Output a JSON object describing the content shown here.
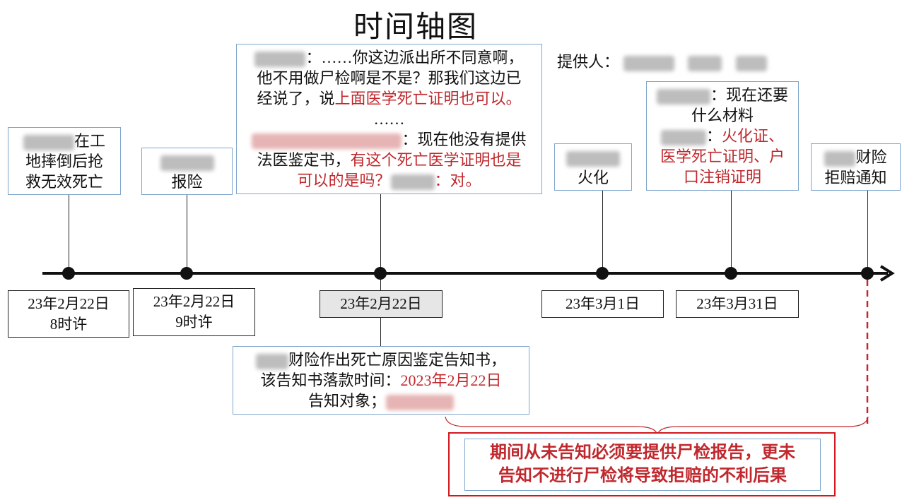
{
  "title": "时间轴图",
  "provider": {
    "label": "提供人："
  },
  "events": [
    {
      "text": "在工地摔倒后抢救无效死亡",
      "line1": "在工",
      "line2": "地摔倒后抢",
      "line3": "救无效死亡",
      "date": "23年2月22日",
      "time": "8时许"
    },
    {
      "text": "报险",
      "date": "23年2月22日",
      "time": "9时许"
    },
    {
      "line1": "：……你这边派出所不同意啊，",
      "line2": "他不用做尸检啊是不是？那我们这边已",
      "line3a": "经说了，说",
      "line3b": "上面医学死亡证明也可以。",
      "ellipsis": "……",
      "line4": "：现在他没有提供",
      "line5a": "法医鉴定书，",
      "line5b": "有这个死亡医学证明也是",
      "line6a": "可以的是吗？",
      "line6b": "：对。",
      "date": "23年2月22日"
    },
    {
      "text": "火化",
      "date": "23年3月1日"
    },
    {
      "line1": "：现在还要",
      "line2": "什么材料",
      "line3a": "：",
      "line3b": "火化证、",
      "line4": "医学死亡证明、户",
      "line5": "口注销证明",
      "date": "23年3月31日"
    },
    {
      "line1": "财险",
      "line2": "拒赔通知"
    }
  ],
  "notice": {
    "line1": "财险作出死亡原因鉴定告知书，",
    "line2a": "该告知书落款时间：",
    "line2b": "2023年2月22日",
    "line3": "告知对象；"
  },
  "conclusion": {
    "line1": "期间从未告知必须要提供尸检报告，更未",
    "line2": "告知不进行尸检将导致拒赔的不利后果"
  },
  "colors": {
    "accent_red": "#c0282d",
    "box_border": "#7ea6cc"
  }
}
